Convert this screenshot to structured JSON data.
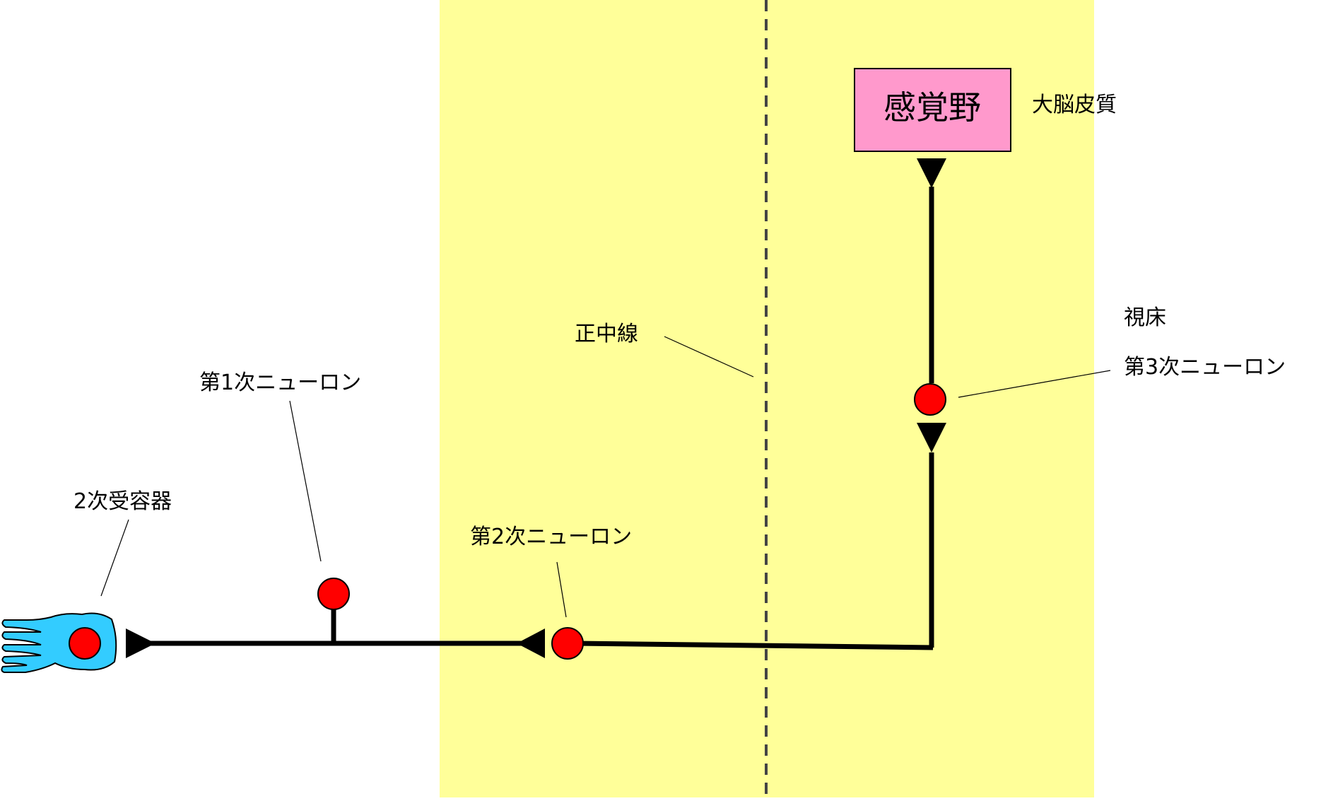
{
  "colors": {
    "brainstem_band": "#ffff99",
    "cortex_box": "#ff99cc",
    "receptor": "#33ccff",
    "cell_body": "#ff0000",
    "pathway": "#000000",
    "midline": "#444444"
  },
  "icons": {
    "receptor": "hand-shaped-receptor-icon",
    "cell_body": "filled-circle",
    "synapse": "arrowhead-triangle"
  },
  "labels": {
    "cortex_box": "感覚野",
    "cortex": "大脳皮質",
    "thalamus": "視床",
    "third_neuron": "第3次ニューロン",
    "midline": "正中線",
    "first_neuron": "第1次ニューロン",
    "receptor": "2次受容器",
    "second_neuron": "第2次ニューロン"
  }
}
